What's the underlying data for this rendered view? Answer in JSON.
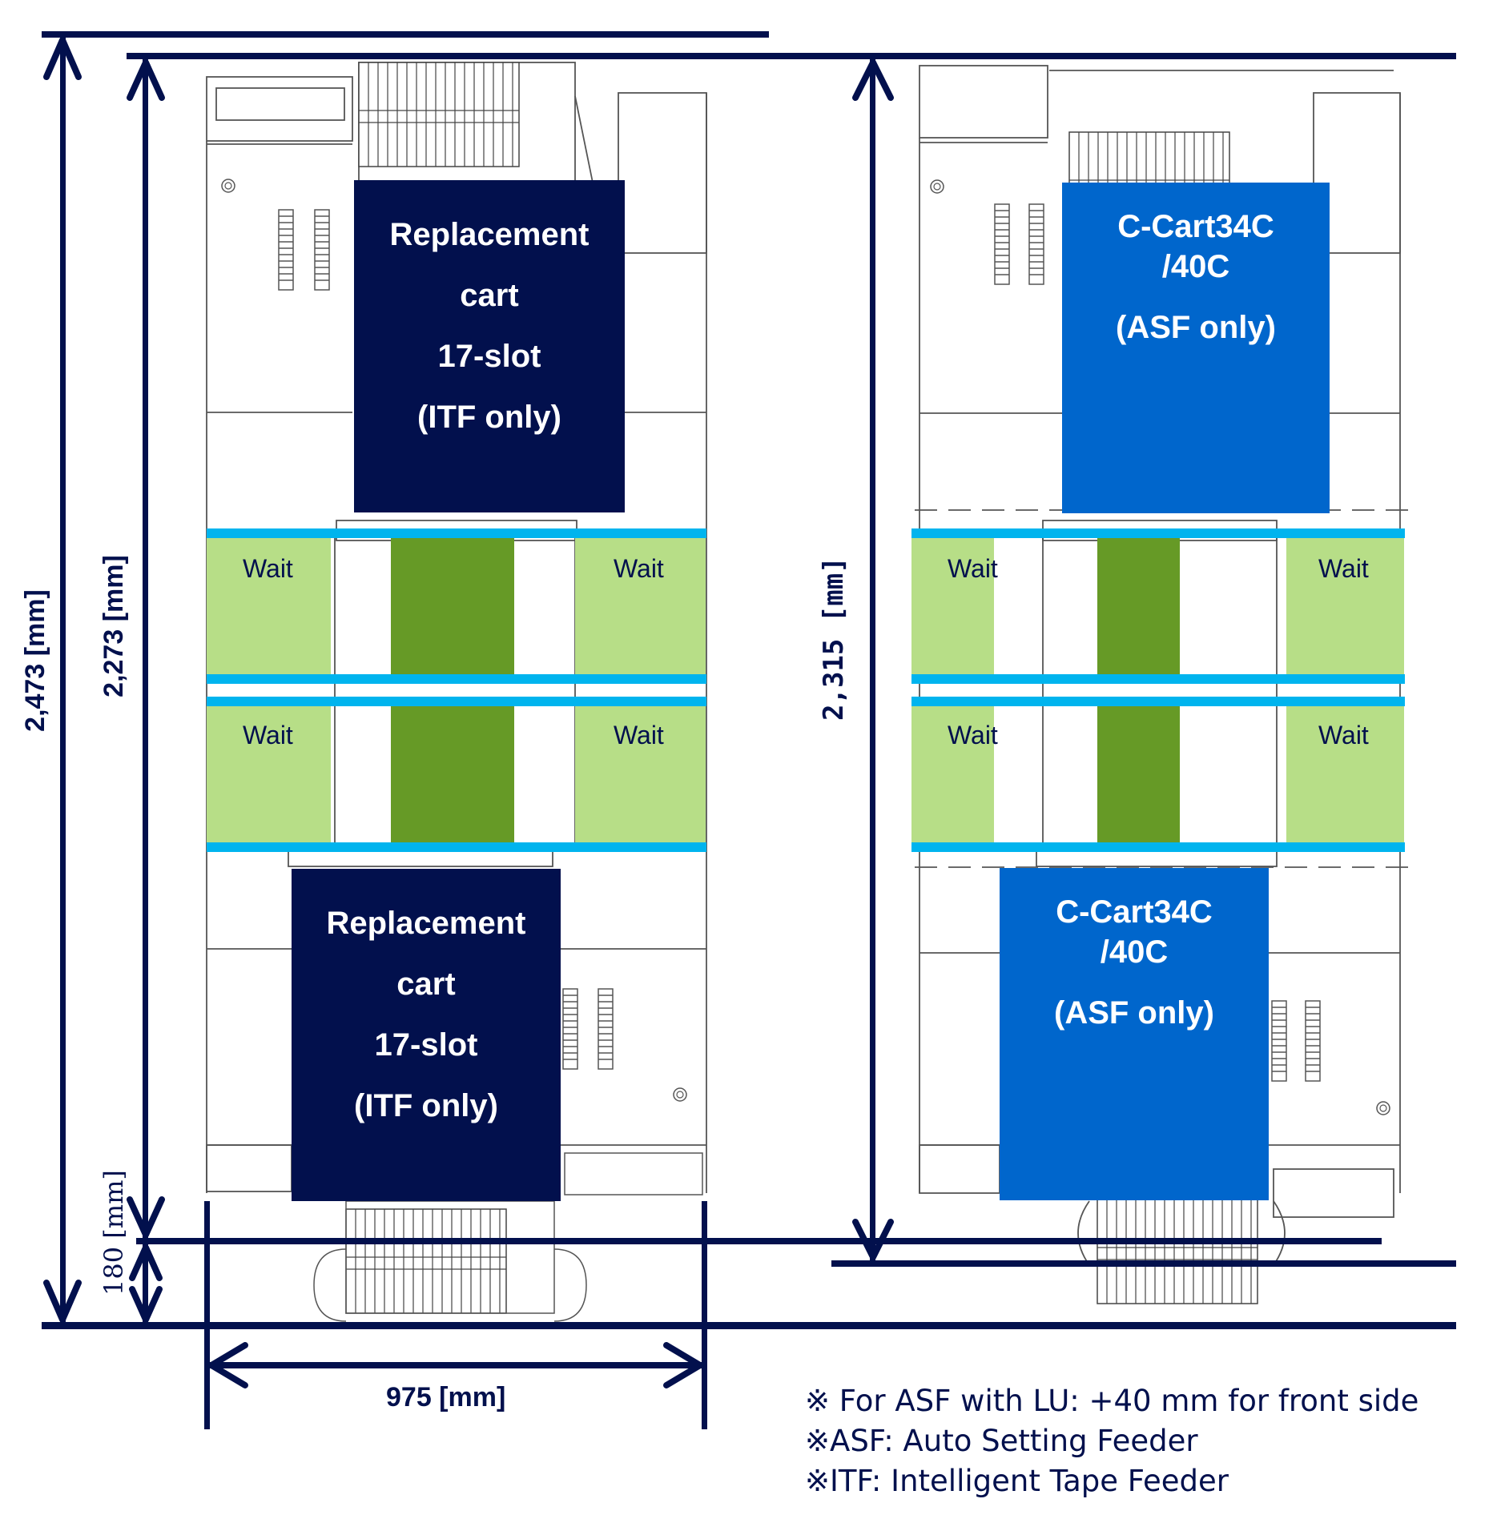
{
  "diagram": {
    "title": "",
    "colors": {
      "dimension_line": "#02104d",
      "replacement_cart": "#02104d",
      "c_cart": "#0066cc",
      "conveyor_bar": "#00b4ee",
      "wait_area": "#b7de87",
      "work_area": "#669a26",
      "outline": "#555555"
    },
    "layouts": [
      {
        "id": "itf-layout",
        "feeder_type": "ITF",
        "carts": [
          {
            "position": "upper",
            "lines": [
              "Replacement",
              "cart",
              "17-slot",
              "(ITF only)"
            ]
          },
          {
            "position": "lower",
            "lines": [
              "Replacement",
              "cart",
              "17-slot",
              "(ITF only)"
            ]
          }
        ],
        "wait_labels": [
          "Wait",
          "Wait",
          "Wait",
          "Wait"
        ]
      },
      {
        "id": "asf-layout",
        "feeder_type": "ASF",
        "carts": [
          {
            "position": "upper",
            "lines": [
              "C-Cart34C",
              "/40C",
              "(ASF only)"
            ]
          },
          {
            "position": "lower",
            "lines": [
              "C-Cart34C",
              "/40C",
              "(ASF only)"
            ]
          }
        ],
        "wait_labels": [
          "Wait",
          "Wait",
          "Wait",
          "Wait"
        ]
      }
    ],
    "dimensions": {
      "overall_depth_itf": {
        "value": 2473,
        "unit": "mm",
        "label": "2,473 [mm]"
      },
      "machine_depth_itf": {
        "value": 2273,
        "unit": "mm",
        "label": "2,273 [mm]"
      },
      "extension_itf": {
        "value": 180,
        "unit": "mm",
        "label": "180 [mm]"
      },
      "machine_depth_asf": {
        "value": 2315,
        "unit": "mm",
        "label": "2,315 [mm]"
      },
      "width": {
        "value": 975,
        "unit": "mm",
        "label": "975 [mm]"
      }
    },
    "notes": [
      "※ For ASF with LU: +40 mm for front side",
      "※ASF: Auto Setting Feeder",
      "※ITF: Intelligent Tape Feeder"
    ]
  }
}
